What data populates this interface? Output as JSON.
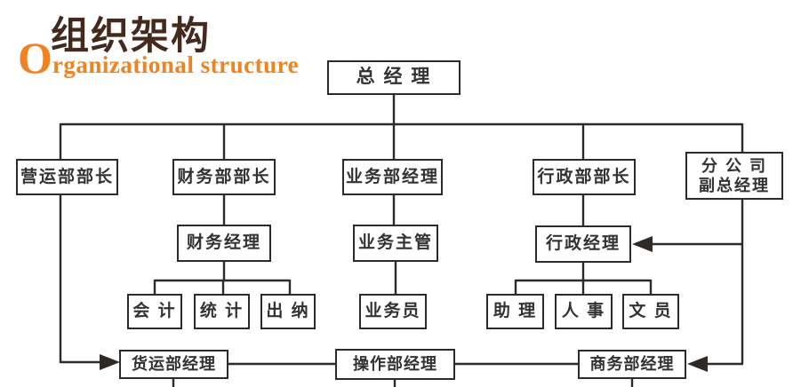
{
  "title": {
    "zh": "组织架构",
    "en_initial": "O",
    "en_rest": "rganizational structure"
  },
  "colors": {
    "title_zh": "#44291d",
    "title_en": "#ef8322",
    "line": "#2e2a27",
    "box_border": "#2e2a27",
    "box_bg": "#ffffff",
    "text": "#323232"
  },
  "nodes": {
    "gm": "总 经 理",
    "ops_head": "营运部部长",
    "fin_head": "财务部部长",
    "biz_mgr": "业务部经理",
    "admin_head": "行政部部长",
    "branch_vgm_line1": "分 公 司",
    "branch_vgm_line2": "副总经理",
    "fin_mgr": "财务经理",
    "biz_sup": "业务主管",
    "admin_mgr": "行政经理",
    "accountant": "会 计",
    "statistician": "统 计",
    "cashier": "出 纳",
    "salesman": "业务员",
    "assistant": "助 理",
    "hr": "人 事",
    "clerk": "文 员",
    "freight_mgr": "货运部经理",
    "operation_mgr": "操作部经理",
    "commerce_mgr": "商务部经理"
  }
}
